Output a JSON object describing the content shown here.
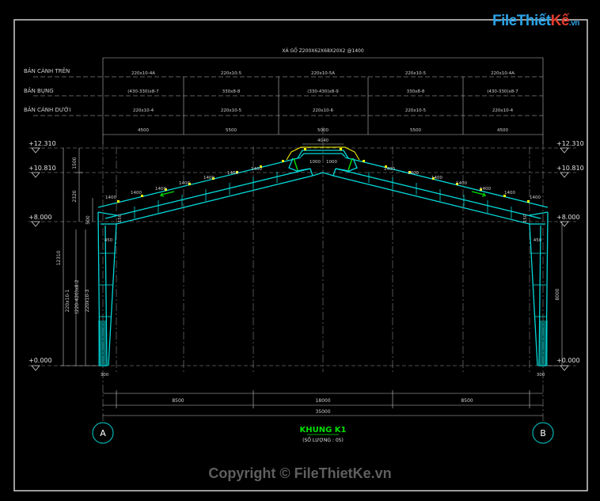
{
  "watermark": {
    "brand": "FileThiết",
    "brand_accent": "Kế",
    "brand_suffix": ".vn"
  },
  "schedule": {
    "title": "XÀ GỒ Z200X62X68X20X2 @1400",
    "row_labels": [
      "BẢN CÁNH TRÊN",
      "BẢN BỤNG",
      "BẢN CÁNH DƯỚI"
    ],
    "top_flange": [
      "220x10-4A",
      "220x10-5",
      "220x10-5A",
      "220x10-5",
      "220x10-4A"
    ],
    "web": [
      "(430-330)x8-7",
      "330x8-8",
      "(330-430)x8-9",
      "330x8-8",
      "(430-330)x8-7"
    ],
    "bottom_flange": [
      "220x10-4",
      "220x10-5",
      "220x10-6",
      "220x10-5",
      "220x10-4"
    ],
    "segment_lengths": [
      "4500",
      "5500",
      "5000",
      "5500",
      "4500"
    ]
  },
  "levels": {
    "ridge": "+12.310",
    "eave_top": "+10.810",
    "eave": "+8.000",
    "ground": "+0.000"
  },
  "dims": {
    "left_vertical": [
      "1500",
      "2320",
      "500",
      "12310"
    ],
    "column_labels": [
      "220x10-1",
      "(220-420)x8-2",
      "220x10-3"
    ],
    "right_vertical": "8000",
    "rafter_spacing": "1400",
    "ridge_width": "4040",
    "ridge_parts": [
      "1000",
      "1000"
    ],
    "haunch": [
      "450",
      "450"
    ],
    "corner": [
      "150",
      "150"
    ],
    "base": [
      "300",
      "300"
    ],
    "bottom_segments": [
      "8500",
      "18000",
      "8500"
    ],
    "total_span": "35000"
  },
  "axes": {
    "left": "A",
    "right": "B"
  },
  "drawing": {
    "title": "KHUNG K1",
    "subtitle": "(SỐ LƯỢNG : 05)"
  },
  "copyright": "Copyright © FileThietKe.vn",
  "colors": {
    "background": "#000000",
    "frame": "#00d8d8",
    "dim": "#c8c8c8",
    "yellow": "#ffff00",
    "green": "#00e000",
    "border": "#d0d0d0"
  }
}
